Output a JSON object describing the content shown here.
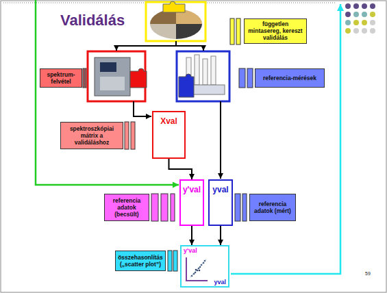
{
  "diagram": {
    "title": "Validálás",
    "nodes": [
      {
        "text": [
          "független mintasereg, kereszt validálás"
        ]
      },
      {
        "text": [
          "spektrum-felvétel"
        ]
      },
      {
        "text": [
          "referencia-mérések"
        ]
      },
      {
        "text": [
          "spektroszkópiai mátrix a validáláshoz"
        ]
      },
      {
        "text": [
          "Xval"
        ]
      },
      {
        "text": [
          "referencia adatok (becsült)"
        ]
      },
      {
        "text": [
          "y'val"
        ]
      },
      {
        "text": [
          "yval"
        ]
      },
      {
        "text": [
          "referencia adatok (mért)"
        ]
      },
      {
        "text": [
          "összehasonlítás („scatter plot”)"
        ]
      },
      {
        "text": [
          "y'val",
          "yval"
        ]
      }
    ],
    "edges": [
      {
        "from": 4,
        "to": 6,
        "arrow": "to"
      },
      {
        "from": 6,
        "to": 10,
        "arrow": "to"
      },
      {
        "from": 7,
        "to": 10,
        "arrow": "to"
      }
    ],
    "labels": [
      "59"
    ]
  }
}
